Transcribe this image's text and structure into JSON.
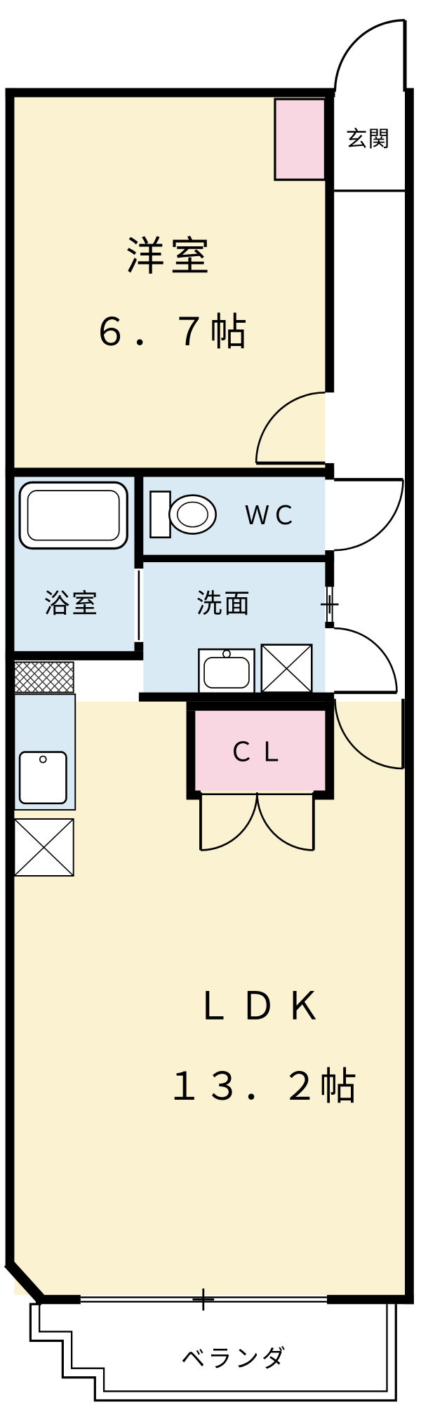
{
  "floorplan": {
    "rooms": {
      "western_room": {
        "label": "洋室",
        "size": "６．７帖"
      },
      "ldk": {
        "label": "ＬＤＫ",
        "size": "１３．２帖"
      },
      "entrance": {
        "label": "玄関"
      },
      "toilet": {
        "label": "ＷＣ"
      },
      "bathroom": {
        "label": "浴室"
      },
      "washroom": {
        "label": "洗面"
      },
      "closet": {
        "label": "ＣＬ"
      },
      "balcony": {
        "label": "ベランダ"
      }
    },
    "colors": {
      "room_fill": "#FBF2D1",
      "wet_area_fill": "#D9EAF4",
      "closet_fill": "#F9D7E2",
      "wall": "#000000"
    },
    "icons": [
      "bathtub-icon",
      "toilet-icon",
      "vanity-sink-icon",
      "washer-space-icon",
      "range-hatch-icon",
      "kitchen-sink-icon",
      "fridge-space-icon",
      "door-swing-icon",
      "window-handle-marker"
    ]
  }
}
